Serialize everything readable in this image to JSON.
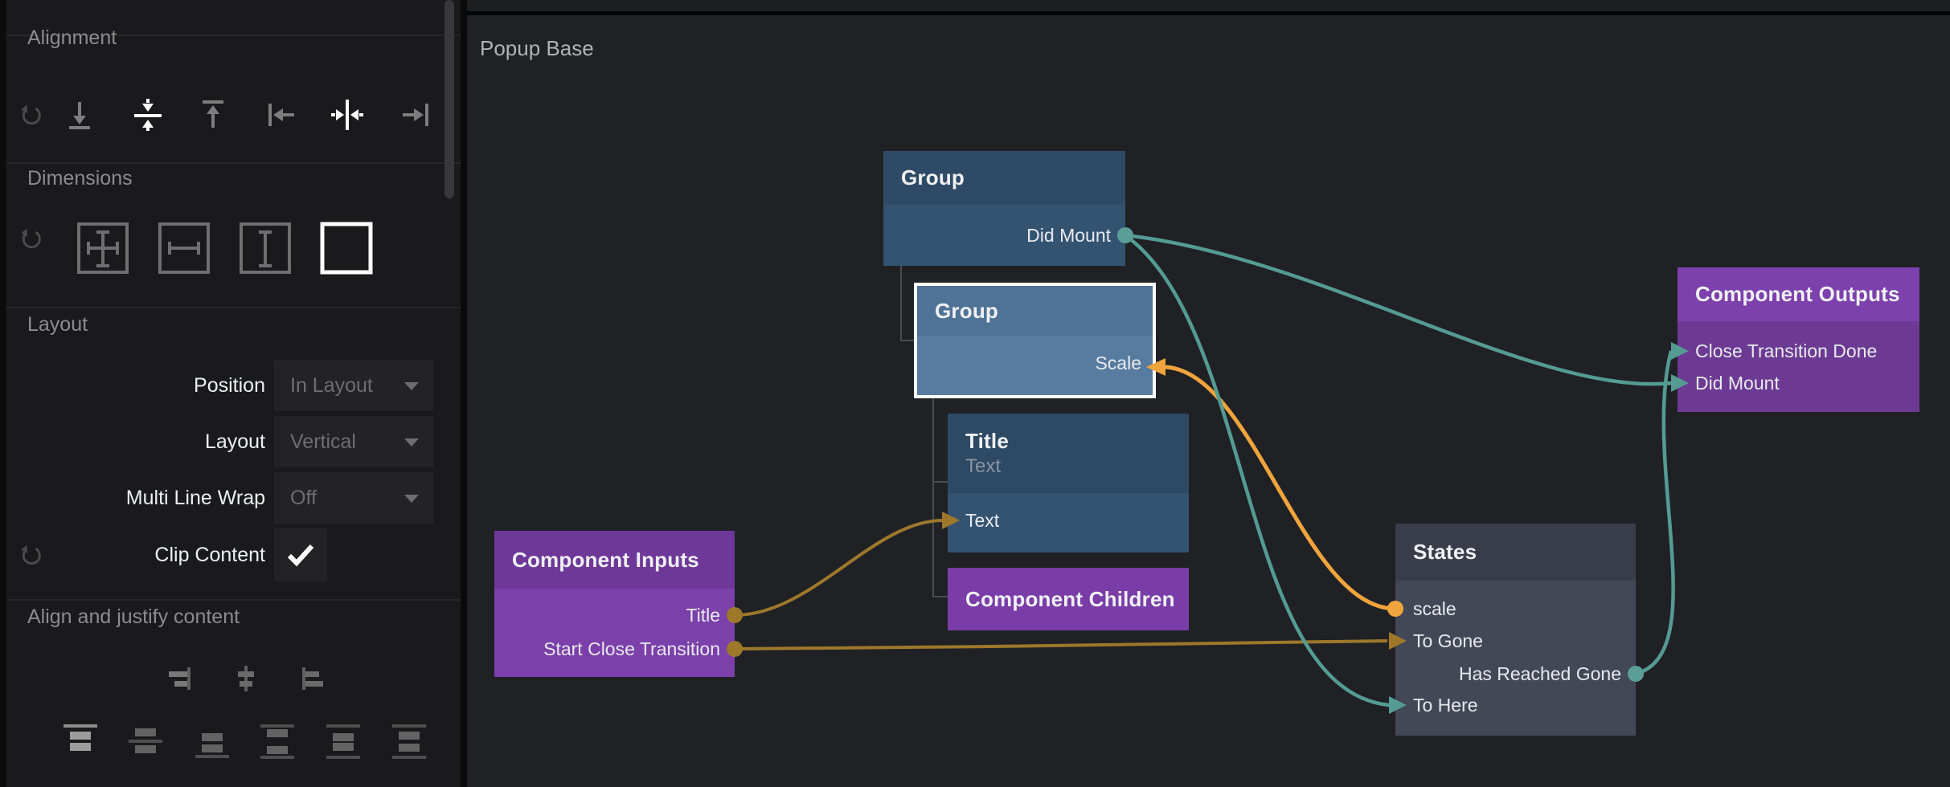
{
  "sidebar": {
    "sections": {
      "alignment": {
        "label": "Alignment",
        "icons": [
          {
            "name": "reset",
            "active": false
          },
          {
            "name": "align-bottom",
            "active": false
          },
          {
            "name": "align-vertical-center",
            "active": true
          },
          {
            "name": "align-top",
            "active": false
          },
          {
            "name": "align-left",
            "active": false
          },
          {
            "name": "align-horizontal-center",
            "active": true
          },
          {
            "name": "align-right",
            "active": false
          }
        ]
      },
      "dimensions": {
        "label": "Dimensions",
        "icons": [
          {
            "name": "reset",
            "active": false
          },
          {
            "name": "size-fill-both",
            "active": false
          },
          {
            "name": "size-fill-width",
            "active": false
          },
          {
            "name": "size-fill-height",
            "active": false
          },
          {
            "name": "size-fixed",
            "active": true
          }
        ]
      },
      "layout": {
        "label": "Layout",
        "rows": [
          {
            "label": "Position",
            "value": "In Layout"
          },
          {
            "label": "Layout",
            "value": "Vertical"
          },
          {
            "label": "Multi Line Wrap",
            "value": "Off"
          },
          {
            "label": "Clip Content",
            "checked": true
          }
        ]
      },
      "align_justify": {
        "label": "Align and justify content",
        "justify_icons": [
          "justify-right",
          "justify-center-horizontal",
          "justify-left"
        ],
        "content_icons": [
          "align-content-top",
          "align-content-center",
          "align-content-bottom",
          "space-between",
          "space-around",
          "space-evenly"
        ]
      }
    }
  },
  "canvas": {
    "title": "Popup Base",
    "colors": {
      "teal": "#549b94",
      "orange": "#f0a43c",
      "gold": "#9d782b"
    },
    "nodes": [
      {
        "title": "Group",
        "selected": false,
        "ports": [
          {
            "name": "Did Mount",
            "side": "right",
            "type": "output",
            "color": "teal"
          }
        ]
      },
      {
        "title": "Group",
        "selected": true,
        "ports": [
          {
            "name": "Scale",
            "side": "right",
            "type": "input",
            "color": "orange"
          }
        ]
      },
      {
        "title": "Title",
        "subtitle": "Text",
        "ports": [
          {
            "name": "Text",
            "side": "left",
            "type": "input",
            "color": "gold"
          }
        ]
      },
      {
        "title": "Component Children",
        "ports": []
      },
      {
        "title": "Component Inputs",
        "ports": [
          {
            "name": "Title",
            "side": "right",
            "type": "output",
            "color": "gold"
          },
          {
            "name": "Start Close Transition",
            "side": "right",
            "type": "output",
            "color": "gold"
          }
        ]
      },
      {
        "title": "States",
        "ports": [
          {
            "name": "scale",
            "side": "left",
            "type": "output",
            "color": "orange"
          },
          {
            "name": "To Gone",
            "side": "left",
            "type": "input",
            "color": "gold"
          },
          {
            "name": "Has Reached Gone",
            "side": "right",
            "type": "output",
            "color": "teal"
          },
          {
            "name": "To Here",
            "side": "left",
            "type": "input",
            "color": "teal"
          }
        ]
      },
      {
        "title": "Component Outputs",
        "ports": [
          {
            "name": "Close Transition Done",
            "side": "left",
            "type": "input",
            "color": "teal"
          },
          {
            "name": "Did Mount",
            "side": "left",
            "type": "input",
            "color": "teal"
          }
        ]
      }
    ],
    "connections": [
      {
        "from": "Group.Did Mount",
        "to": "Component Outputs.Did Mount",
        "color": "teal"
      },
      {
        "from": "Group.Did Mount",
        "to": "States.To Here",
        "color": "teal"
      },
      {
        "from": "States.Has Reached Gone",
        "to": "Component Outputs.Close Transition Done",
        "color": "teal"
      },
      {
        "from": "States.scale",
        "to": "Group.Scale",
        "color": "orange"
      },
      {
        "from": "Component Inputs.Title",
        "to": "Title.Text",
        "color": "gold"
      },
      {
        "from": "Component Inputs.Start Close Transition",
        "to": "States.To Gone",
        "color": "gold"
      }
    ]
  }
}
